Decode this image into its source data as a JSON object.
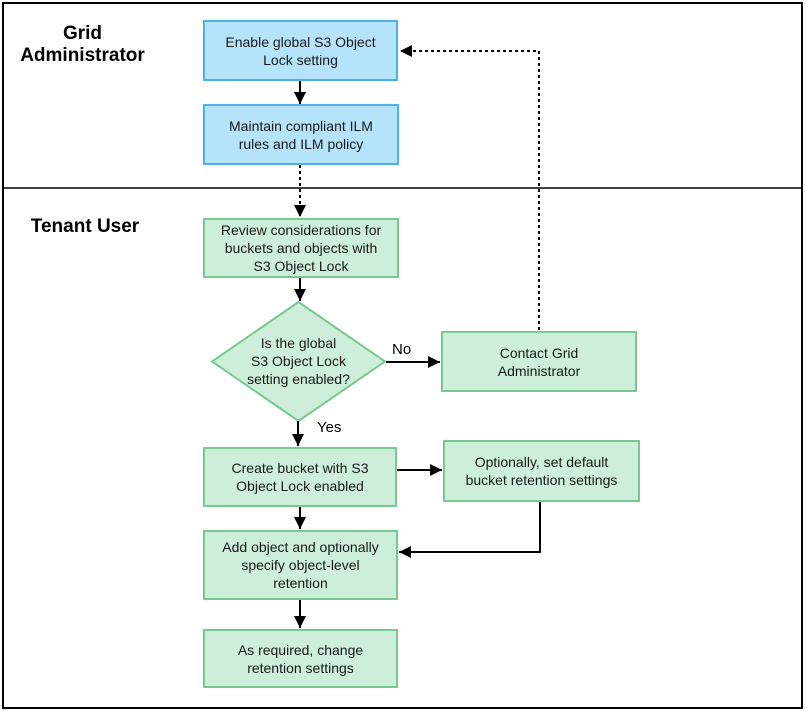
{
  "colors": {
    "background": "#ffffff",
    "text": "#1a1a1a",
    "blue_fill": "#b5e3fa",
    "blue_border": "#4ab2e9",
    "green_fill": "#cdeeda",
    "green_border": "#79c98e",
    "line": "#000000"
  },
  "lanes": [
    {
      "id": "grid-administrator",
      "label": "Grid\nAdministrator"
    },
    {
      "id": "tenant-user",
      "label": "Tenant User"
    }
  ],
  "nodes": {
    "enable_global": {
      "label": "Enable global S3 Object\nLock setting",
      "type": "blue"
    },
    "maintain_ilm": {
      "label": "Maintain compliant ILM\nrules and ILM policy",
      "type": "blue"
    },
    "review_considerations": {
      "label": "Review considerations for\nbuckets and objects with\nS3 Object Lock",
      "type": "green"
    },
    "is_enabled_decision": {
      "label": "Is the global\nS3 Object Lock\nsetting enabled?",
      "type": "decision"
    },
    "contact_admin": {
      "label": "Contact Grid\nAdministrator",
      "type": "green"
    },
    "create_bucket": {
      "label": "Create bucket with S3\nObject Lock enabled",
      "type": "green"
    },
    "set_default_retention": {
      "label": "Optionally, set default\nbucket retention settings",
      "type": "green"
    },
    "add_object": {
      "label": "Add object and optionally\nspecify object-level\nretention",
      "type": "green"
    },
    "change_retention": {
      "label": "As required, change\nretention settings",
      "type": "green"
    }
  },
  "edge_labels": {
    "no": "No",
    "yes": "Yes"
  }
}
